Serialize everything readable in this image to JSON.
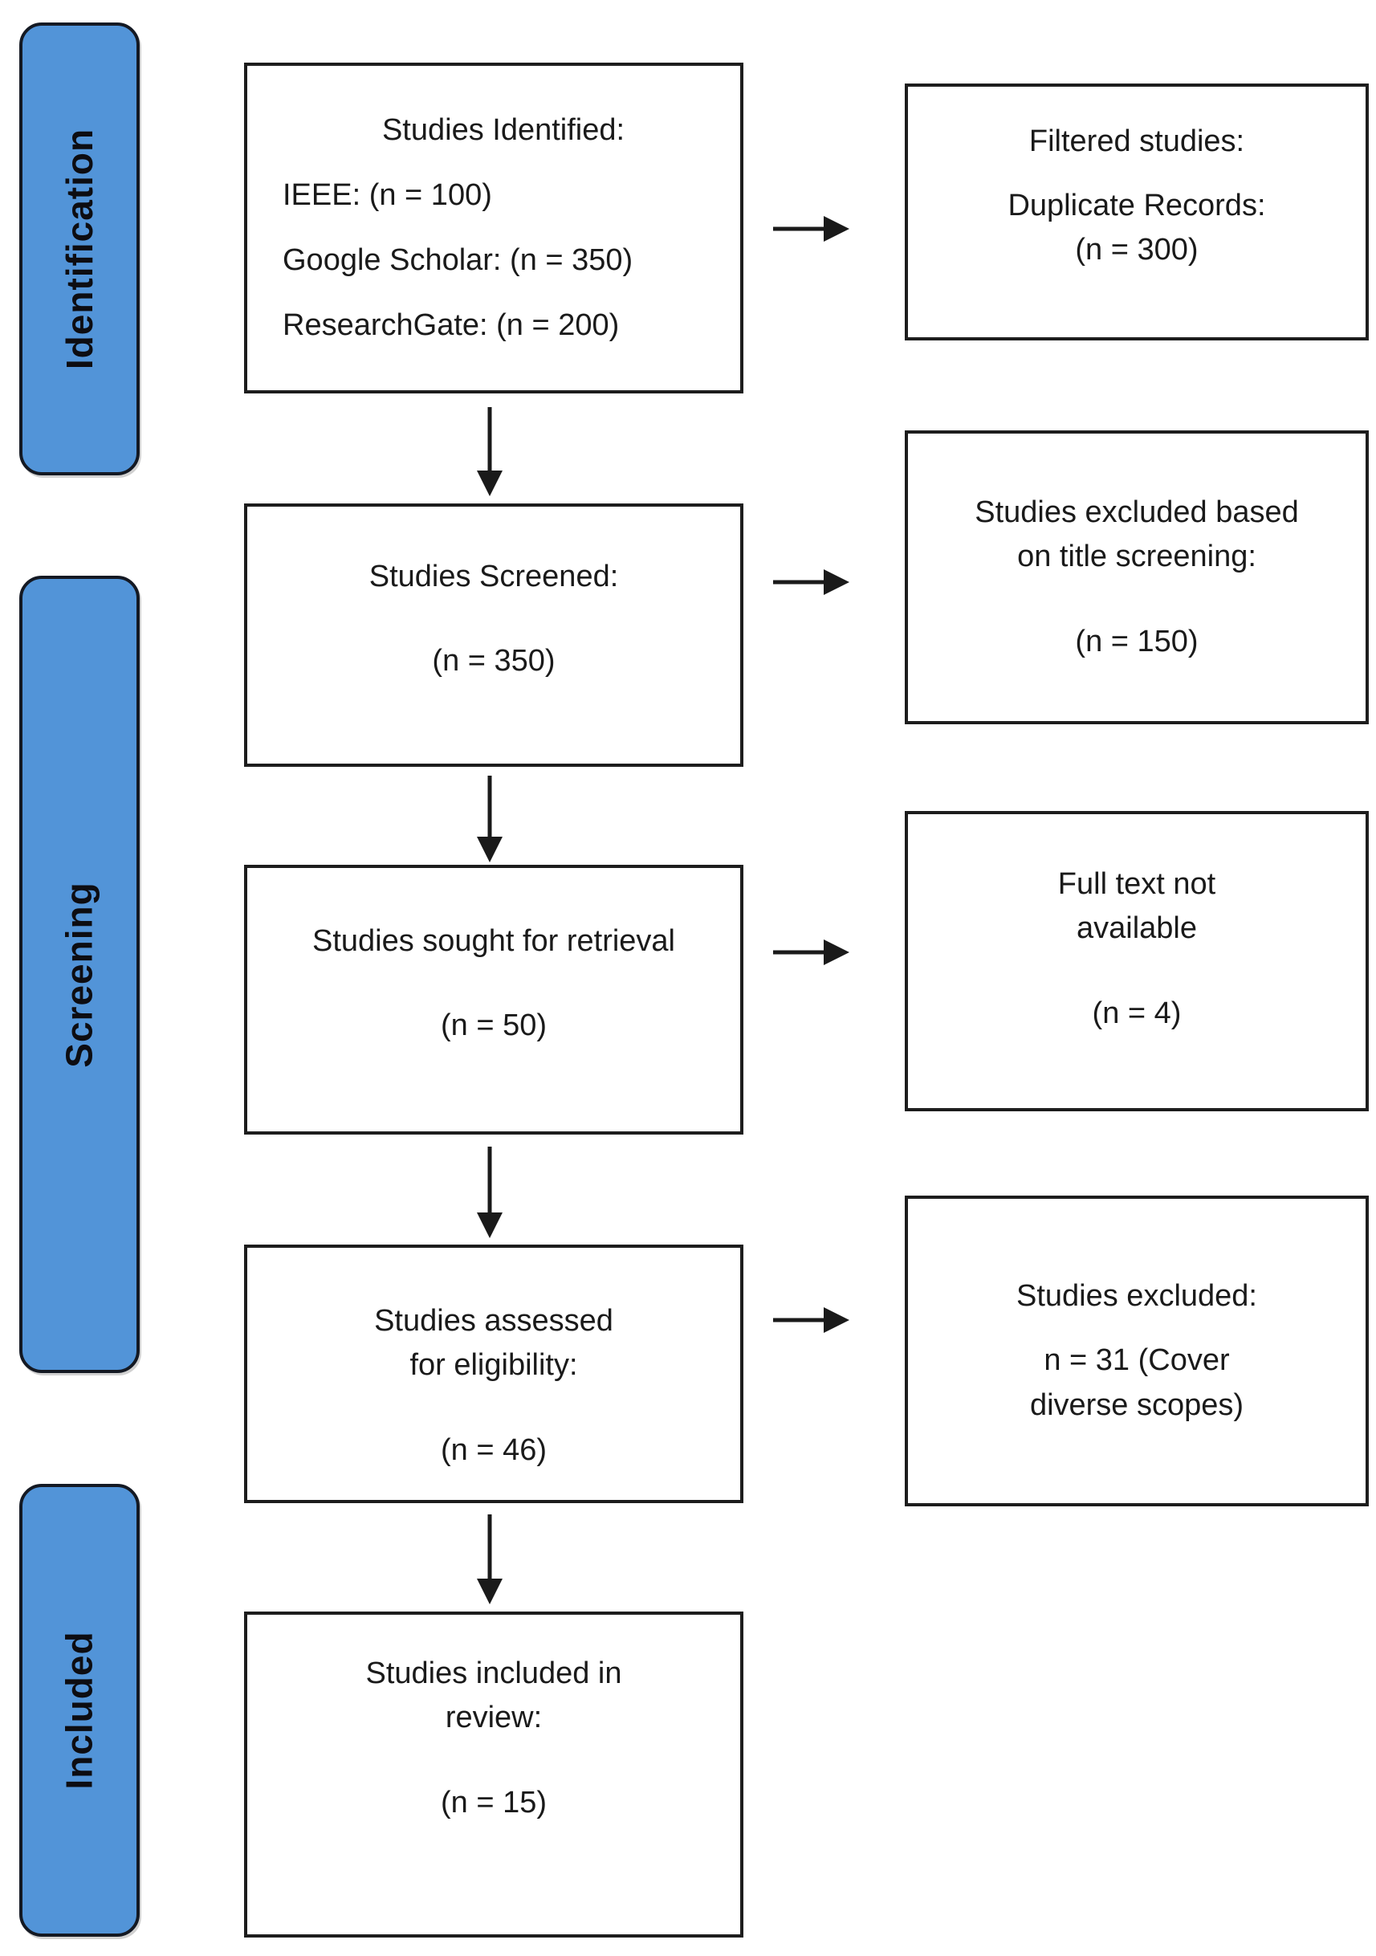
{
  "diagram": {
    "type": "prisma-flow-diagram",
    "colors": {
      "stage_fill": "#5294d8",
      "stage_border": "#141923",
      "box_border": "#1d1d1d",
      "arrow": "#1a1a1a",
      "background": "#ffffff"
    },
    "stages": [
      {
        "label": "Identification"
      },
      {
        "label": "Screening"
      },
      {
        "label": "Included"
      }
    ],
    "main_boxes": [
      {
        "title": "Studies Identified:",
        "lines": [
          "IEEE: (n = 100)",
          "Google Scholar: (n = 350)",
          "ResearchGate: (n = 200)"
        ]
      },
      {
        "title": "Studies Screened:",
        "value": "(n = 350)"
      },
      {
        "title": "Studies sought for retrieval",
        "value": "(n = 50)"
      },
      {
        "title": "Studies assessed\nfor eligibility:",
        "value": "(n = 46)"
      },
      {
        "title": "Studies included in\nreview:",
        "value": "(n = 15)"
      }
    ],
    "side_boxes": [
      {
        "title": "Filtered studies:",
        "value": "Duplicate Records:\n(n = 300)"
      },
      {
        "title": "Studies excluded based\non title screening:",
        "value": "(n = 150)"
      },
      {
        "title": "Full text not\navailable",
        "value": "(n = 4)"
      },
      {
        "title": "Studies excluded:",
        "value": "n = 31 (Cover\ndiverse scopes)"
      }
    ]
  }
}
